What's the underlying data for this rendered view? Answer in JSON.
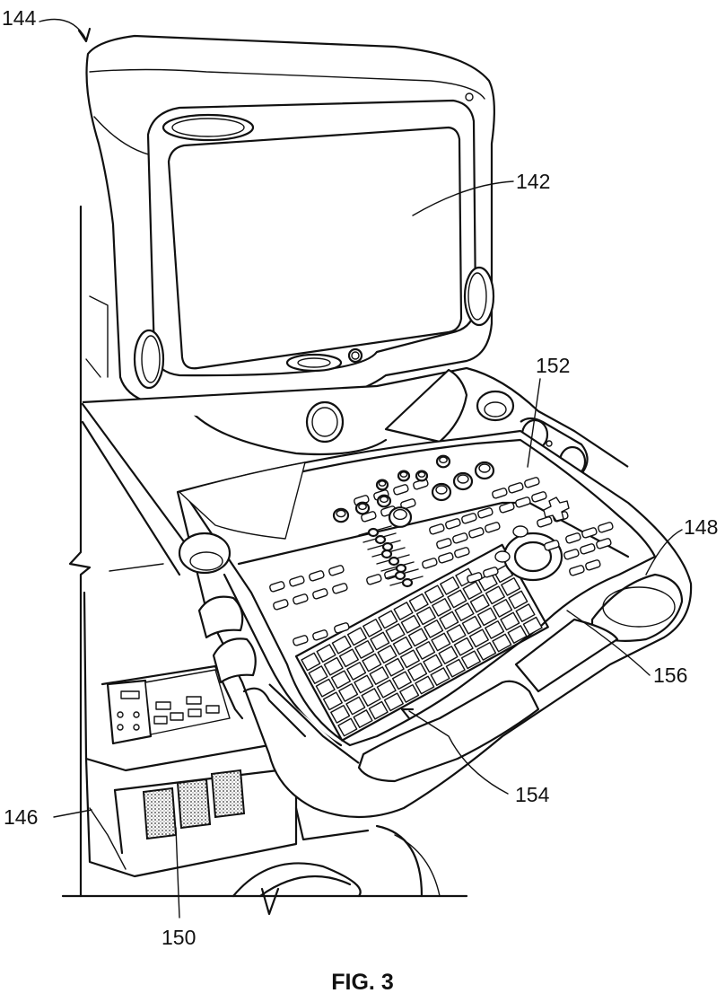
{
  "figure": {
    "caption": "FIG. 3",
    "reference_numerals": {
      "n144": "144",
      "n142": "142",
      "n152": "152",
      "n148": "148",
      "n156": "156",
      "n146": "146",
      "n154": "154",
      "n150": "150"
    }
  },
  "colors": {
    "line": "#111111",
    "background": "#ffffff",
    "stipple": "#d8d8d8"
  }
}
